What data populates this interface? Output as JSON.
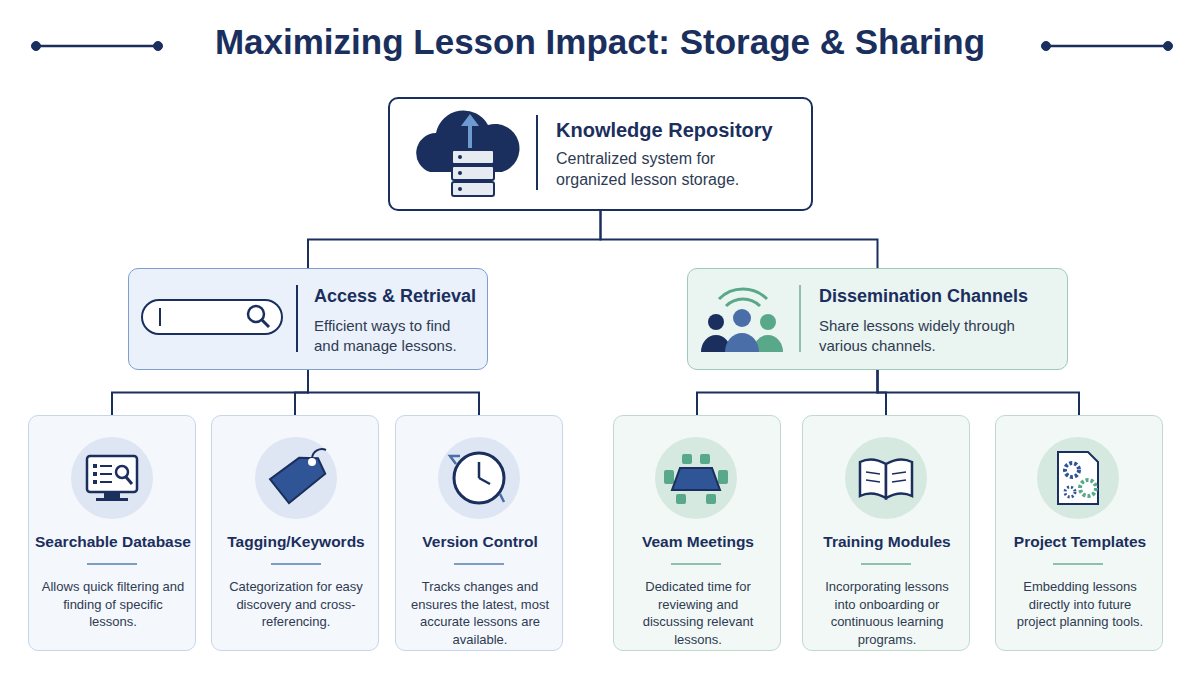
{
  "diagram": {
    "title": "Maximizing Lesson Impact: Storage & Sharing",
    "nodes": [
      {
        "text": [
          "Knowledge Repository",
          "Centralized system for organized lesson storage."
        ]
      },
      {
        "text": [
          "Access & Retrieval",
          "Efficient ways to find and manage lessons."
        ]
      },
      {
        "text": [
          "Dissemination Channels",
          "Share lessons widely through various channels."
        ]
      },
      {
        "text": [
          "Searchable Database",
          "Allows quick filtering and finding of specific lessons."
        ]
      },
      {
        "text": [
          "Tagging/Keywords",
          "Categorization for easy discovery and cross-referencing."
        ]
      },
      {
        "text": [
          "Version Control",
          "Tracks changes and ensures the latest, most accurate lessons are available."
        ]
      },
      {
        "text": [
          "Veam Meetings",
          "Dedicated time for reviewing and discussing relevant lessons."
        ]
      },
      {
        "text": [
          "Training Modules",
          "Incorporating lessons into onboarding or continuous learning programs."
        ]
      },
      {
        "text": [
          "Project Templates",
          "Embedding lessons directly into future project planning tools."
        ]
      }
    ],
    "edges": [
      {
        "from": 0,
        "to": 1,
        "arrow": "none"
      },
      {
        "from": 0,
        "to": 2,
        "arrow": "none"
      },
      {
        "from": 1,
        "to": 3,
        "arrow": "none"
      },
      {
        "from": 1,
        "to": 4,
        "arrow": "none"
      },
      {
        "from": 1,
        "to": 5,
        "arrow": "none"
      },
      {
        "from": 2,
        "to": 6,
        "arrow": "none"
      },
      {
        "from": 2,
        "to": 7,
        "arrow": "none"
      },
      {
        "from": 2,
        "to": 8,
        "arrow": "none"
      }
    ]
  }
}
